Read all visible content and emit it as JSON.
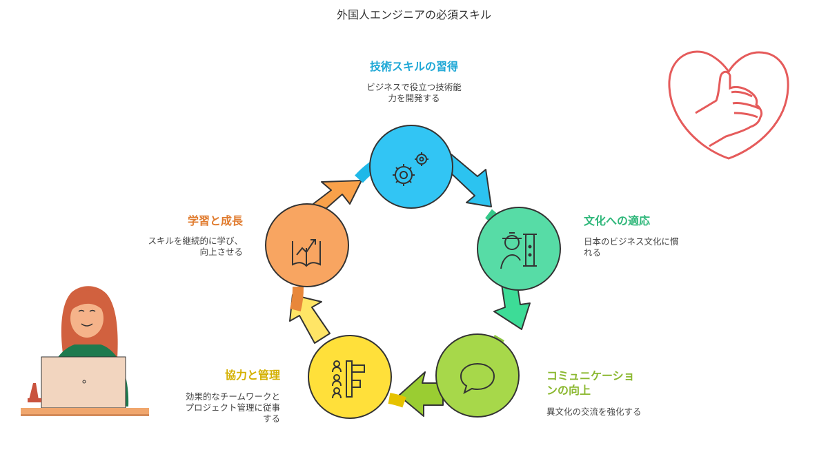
{
  "title": "外国人エンジニアの必須スキル",
  "steps": [
    {
      "label": "技術スキルの習得",
      "desc1": "ビジネスで役立つ技術能",
      "desc2": "力を開発する",
      "color": "#1FB8E8",
      "icon": "gears-icon"
    },
    {
      "label": "文化への適応",
      "desc1": "日本のビジネス文化に慣",
      "desc2": "れる",
      "color": "#36C98A",
      "icon": "person-scroll-icon"
    },
    {
      "label1": "コミュニケーショ",
      "label2": "ンの向上",
      "desc1": "異文化の交流を強化する",
      "color": "#8BC53F",
      "icon": "speech-bubble-icon"
    },
    {
      "label": "協力と管理",
      "desc1": "効果的なチームワークと",
      "desc2": "プロジェクト管理に従事",
      "desc3": "する",
      "color": "#E6C200",
      "icon": "team-board-icon"
    },
    {
      "label": "学習と成長",
      "desc1": "スキルを継続的に学び、",
      "desc2": "向上させる",
      "color": "#E8873A",
      "icon": "book-growth-icon"
    }
  ],
  "decorations": [
    "heart-thumbs-up-icon",
    "woman-laptop-illustration"
  ]
}
